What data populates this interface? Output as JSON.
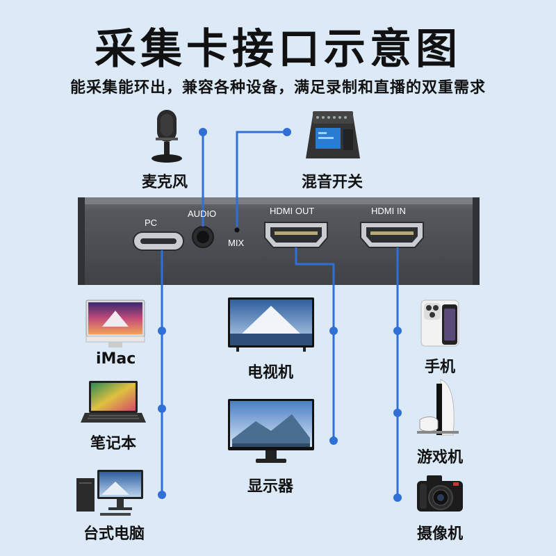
{
  "header": {
    "title": "采集卡接口示意图",
    "subtitle": "能采集能环出，兼容各种设备，满足录制和直播的双重需求"
  },
  "top_devices": {
    "microphone": "麦克风",
    "mixer": "混音开关"
  },
  "ports": {
    "pc": "PC",
    "audio": "AUDIO",
    "mix": "MIX",
    "hdmi_out": "HDMI OUT",
    "hdmi_in": "HDMI IN"
  },
  "pc_devices": [
    "iMac",
    "笔记本",
    "台式电脑"
  ],
  "output_devices": [
    "电视机",
    "显示器"
  ],
  "input_devices": [
    "手机",
    "游戏机",
    "摄像机"
  ],
  "colors": {
    "background": "#dce9f7",
    "line": "#2f6fd6",
    "box": "#4e5256"
  }
}
